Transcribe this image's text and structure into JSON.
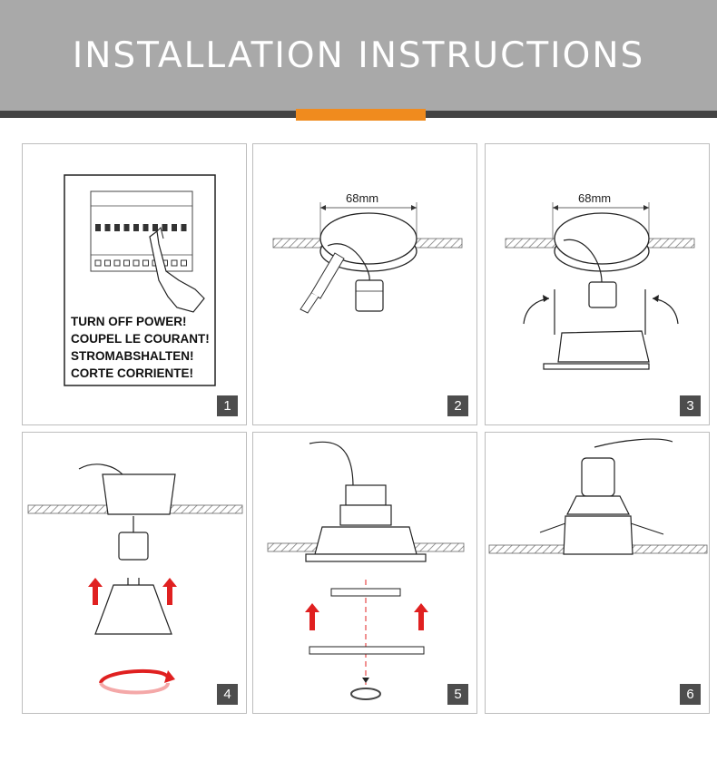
{
  "header": {
    "title": "INSTALLATION INSTRUCTIONS"
  },
  "steps": [
    {
      "number": "1",
      "warnings": [
        "TURN OFF POWER!",
        "COUPEL LE COURANT!",
        "STROMABSHALTEN!",
        "CORTE CORRIENTE!"
      ]
    },
    {
      "number": "2",
      "dimension": "68mm"
    },
    {
      "number": "3",
      "dimension": "68mm"
    },
    {
      "number": "4"
    },
    {
      "number": "5"
    },
    {
      "number": "6"
    }
  ],
  "colors": {
    "header_bg": "#a9a9a9",
    "header_bar": "#434343",
    "accent": "#f08b1e",
    "arrow_red": "#e02020",
    "badge": "#4d4d4d"
  }
}
